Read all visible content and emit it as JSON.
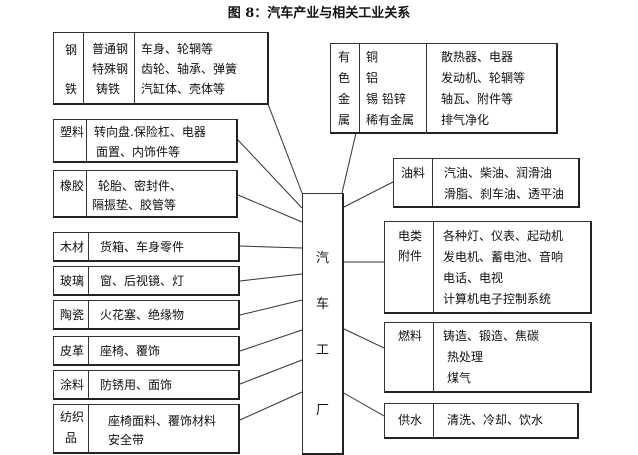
{
  "title": "图 8：汽车产业与相关工业关系",
  "center": [
    "汽",
    "车",
    "工",
    "厂"
  ],
  "left": {
    "steel": {
      "category": [
        "钢",
        "铁"
      ],
      "materials": [
        "普通钢",
        "特殊钢",
        "铸铁"
      ],
      "parts": [
        "车身、轮辋等",
        "齿轮、轴承、弹簧",
        "汽缸体、壳体等"
      ]
    },
    "plastic": {
      "category": "塑料",
      "lines": [
        "转向盘.保险杠、电器",
        "面置、内饰件等"
      ]
    },
    "rubber": {
      "category": "橡胶",
      "lines": [
        "轮胎、密封件、",
        "隔振垫、胶管等"
      ]
    },
    "wood": {
      "category": "木材",
      "text": "货箱、车身零件"
    },
    "glass": {
      "category": "玻璃",
      "text": "窗、后视镜、灯"
    },
    "ceramic": {
      "category": "陶瓷",
      "text": "火花塞、绝缘物"
    },
    "leather": {
      "category": "皮革",
      "text": "座椅、覆饰"
    },
    "coating": {
      "category": "涂料",
      "text": "防锈用、面饰"
    },
    "textile": {
      "category": [
        "纺织",
        "品"
      ],
      "lines": [
        "座椅面料、覆饰材料",
        "安全带"
      ]
    }
  },
  "right": {
    "nonferrous": {
      "category": [
        "有",
        "色",
        "金",
        "属"
      ],
      "metals": [
        "铜",
        "铝",
        "锡 铅锌",
        "稀有金属"
      ],
      "parts": [
        "散热器、电器",
        "发动机、轮辋等",
        "轴瓦、附件等",
        "排气净化"
      ]
    },
    "oil": {
      "category": "油料",
      "lines": [
        "汽油、柴油、润滑油",
        "滑脂、刹车油、透平油"
      ]
    },
    "electric": {
      "category": [
        "电类",
        "附件"
      ],
      "lines": [
        "各种灯、仪表、起动机",
        "发电机、蓄电池、音响",
        "电话、电视",
        "计算机电子控制系统"
      ]
    },
    "fuel": {
      "category": "燃料",
      "lines": [
        "铸造、锻造、焦碳",
        "热处理",
        "煤气"
      ]
    },
    "water": {
      "category": "供水",
      "text": "清洗、冷却、饮水"
    }
  }
}
